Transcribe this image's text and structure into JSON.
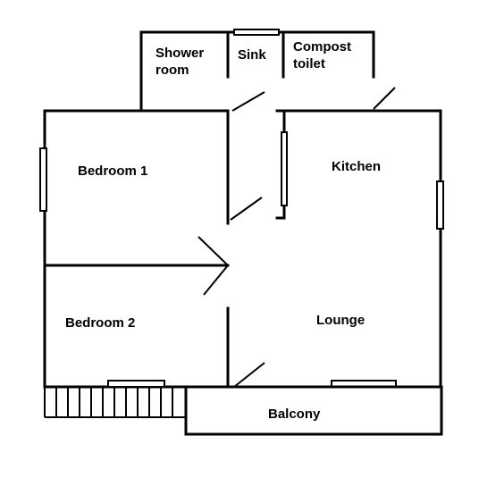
{
  "rooms": {
    "shower": [
      "Shower",
      "room"
    ],
    "sink": "Sink",
    "compost": [
      "Compost",
      "toilet"
    ],
    "bedroom1": "Bedroom 1",
    "kitchen": "Kitchen",
    "bedroom2": "Bedroom 2",
    "lounge": "Lounge",
    "balcony": "Balcony"
  }
}
